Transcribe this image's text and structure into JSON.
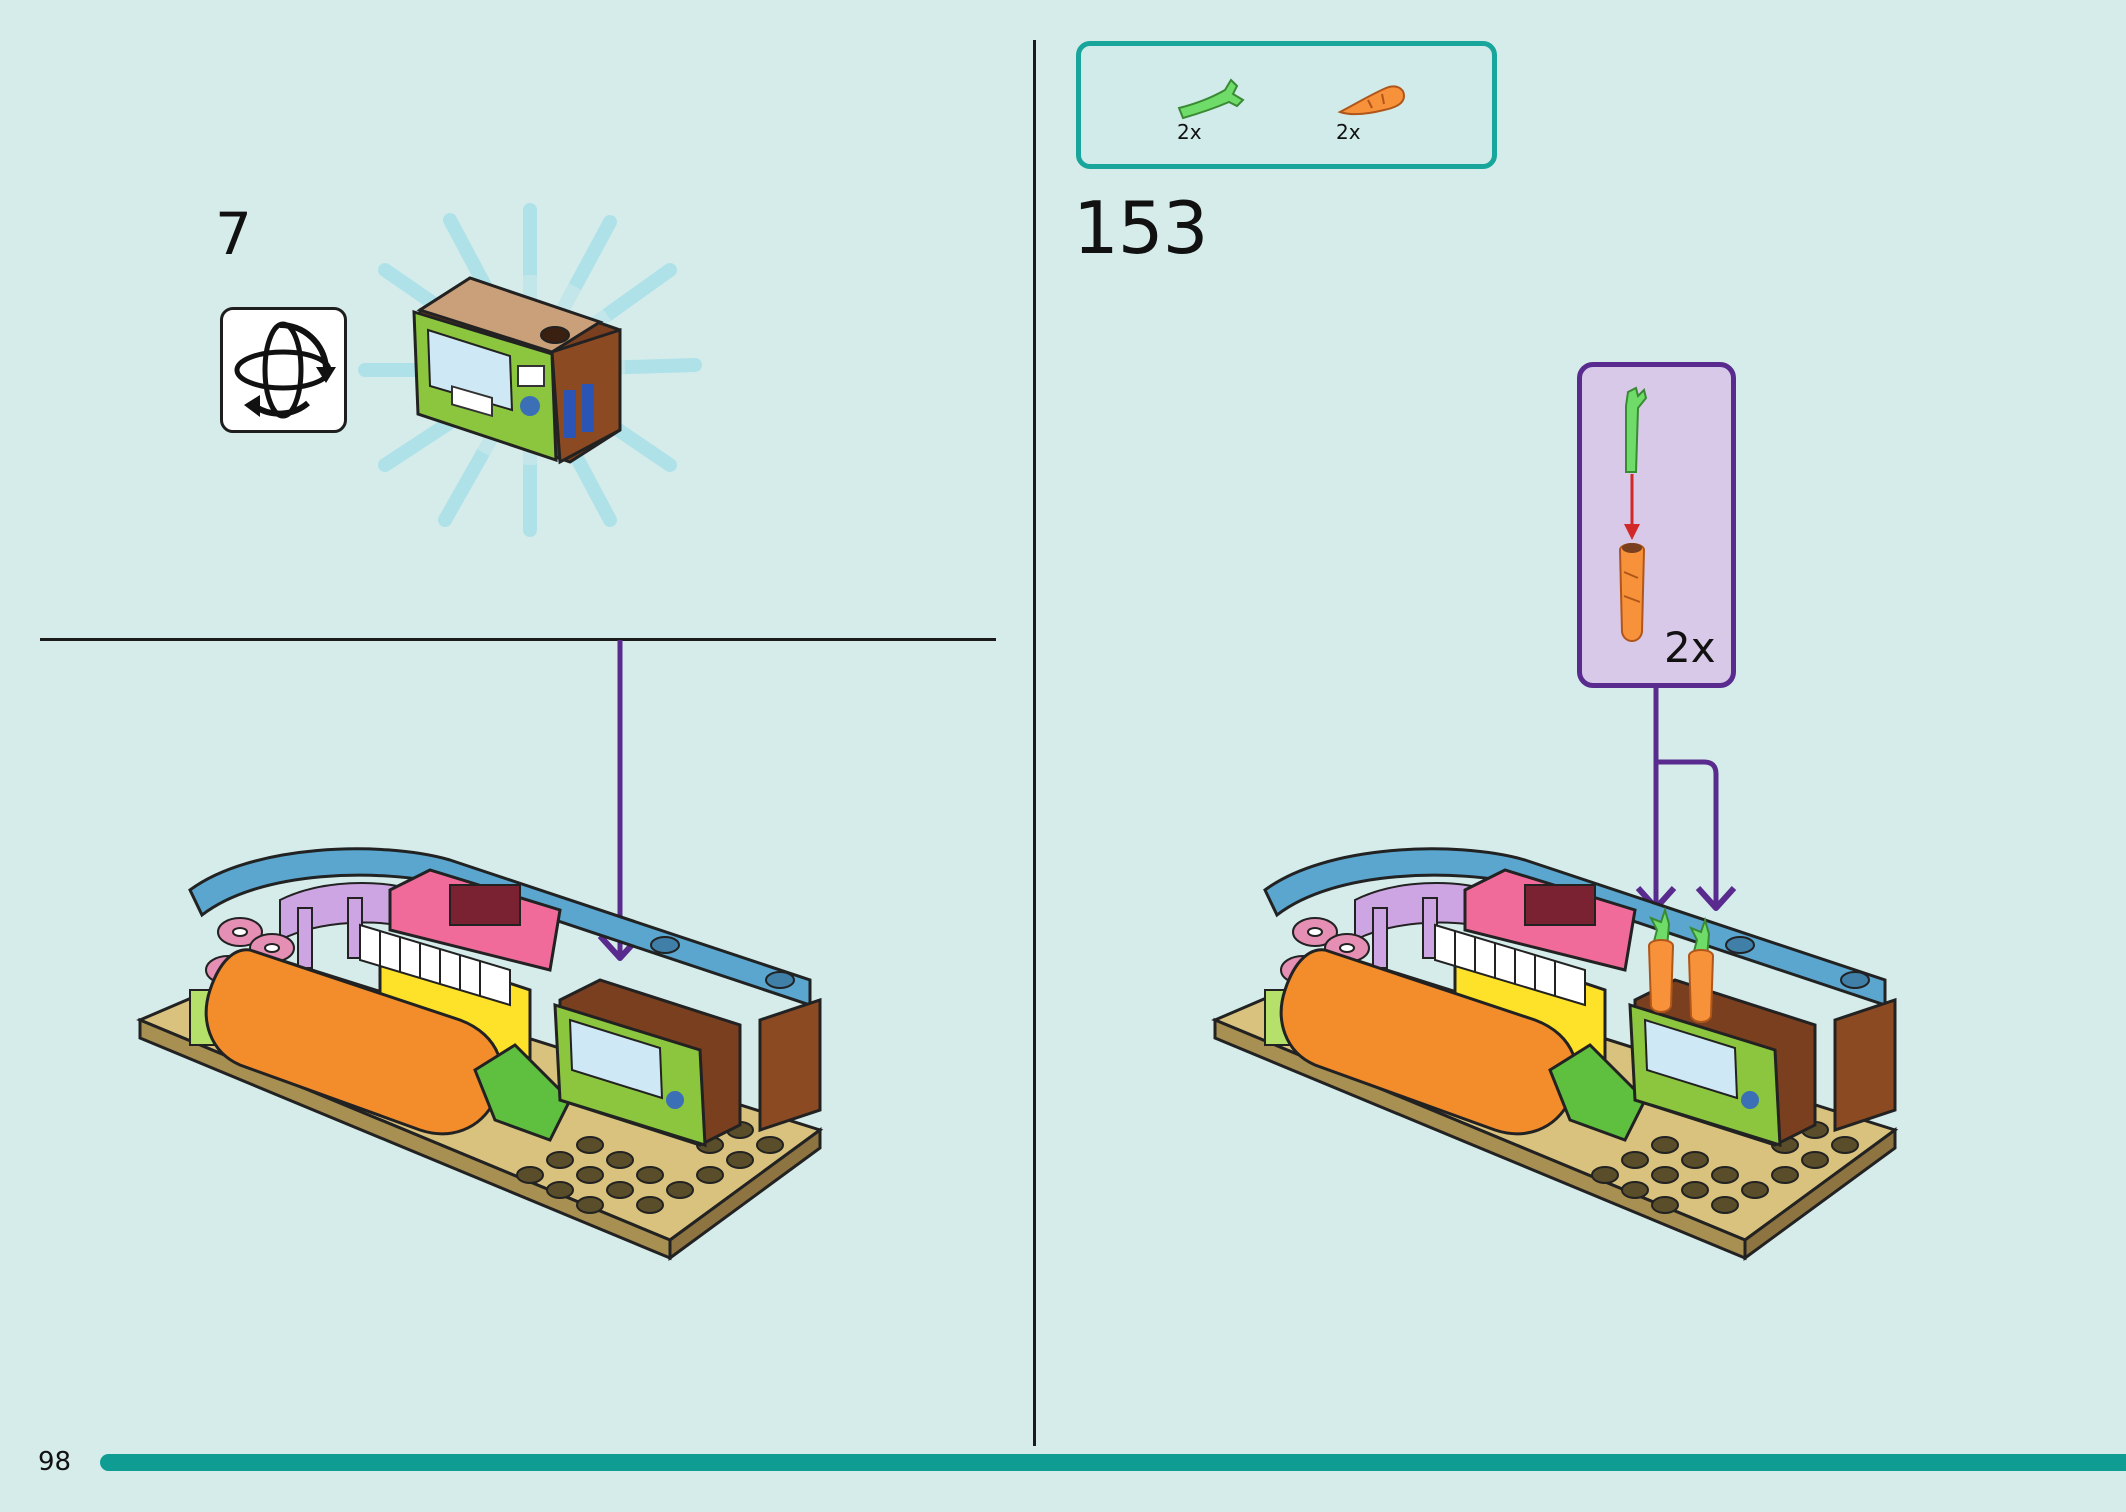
{
  "page": {
    "number": "98"
  },
  "left_panel": {
    "step_number": "7",
    "rotate_icon": "rotate-model-icon"
  },
  "right_panel": {
    "step_number": "153",
    "parts_list": [
      {
        "part": "green-stem-piece",
        "quantity": "2x"
      },
      {
        "part": "orange-carrot-piece",
        "quantity": "2x"
      }
    ],
    "callout": {
      "quantity": "2x"
    }
  },
  "colors": {
    "background": "#d5ecea",
    "accent_teal": "#0f9d93",
    "callout_purple": "#5a2b8e",
    "arrow_purple": "#5a2b8e"
  }
}
